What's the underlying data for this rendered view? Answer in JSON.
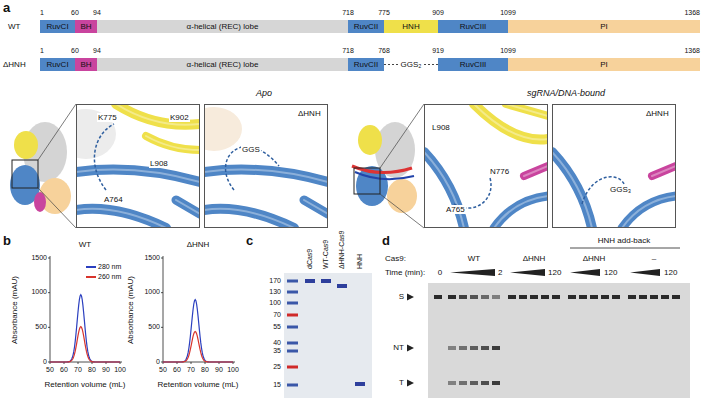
{
  "diagram": {
    "nodes": [
      {
        "text": [
          "RuvCI"
        ]
      },
      {
        "text": [
          "BH"
        ]
      },
      {
        "text": [
          "α-helical (REC) lobe"
        ]
      },
      {
        "text": [
          "RuvCII"
        ]
      },
      {
        "text": [
          "HNH"
        ]
      },
      {
        "text": [
          "RuvCIII"
        ]
      },
      {
        "text": [
          "PI"
        ]
      },
      {
        "text": [
          "RuvCI"
        ]
      },
      {
        "text": [
          "BH"
        ]
      },
      {
        "text": [
          "α-helical (REC) lobe"
        ]
      },
      {
        "text": [
          "RuvCII"
        ]
      },
      {
        "text": [
          "RuvCIII"
        ]
      },
      {
        "text": [
          "PI"
        ]
      },
      {
        "text": [
          "K775",
          "K902",
          "L908",
          "A764"
        ]
      },
      {
        "text": [
          "ΔHNH",
          "GGS"
        ]
      },
      {
        "text": [
          "L908",
          "N776",
          "A765"
        ]
      },
      {
        "text": [
          "ΔHNH",
          "GGS₃"
        ]
      }
    ],
    "labels": [
      "a",
      "WT",
      "1",
      "60",
      "94",
      "718",
      "775",
      "909",
      "1099",
      "1368",
      "ΔHNH",
      "1",
      "60",
      "94",
      "718",
      "768",
      "GGS₂",
      "919",
      "1099",
      "1368",
      "Apo",
      "sgRNA/DNA-bound",
      "b",
      "WT",
      "Absorbance (mAU)",
      "1500",
      "1000",
      "500",
      "0",
      "50",
      "60",
      "70",
      "80",
      "90",
      "100",
      "Retention volume (mL)",
      "ΔHNH",
      "Absorbance (mAU)",
      "1500",
      "1000",
      "500",
      "0",
      "50",
      "60",
      "70",
      "80",
      "90",
      "100",
      "Retention volume (mL)",
      "c",
      "170",
      "130",
      "100",
      "70",
      "55",
      "40",
      "35",
      "25",
      "15",
      "dCas9",
      "WT-Cas9",
      "ΔHNH-Cas9",
      "HNH",
      "d",
      "Cas9:",
      "WT",
      "ΔHNH",
      "HNH add-back",
      "ΔHNH",
      "–",
      "Time (min):",
      "0",
      "2",
      "120",
      "120",
      "120",
      "S",
      "NT",
      "T"
    ],
    "legend": [
      {
        "text": "280 nm",
        "color": "#2b3fbf"
      },
      {
        "text": "260 nm",
        "color": "#d8342c"
      }
    ]
  }
}
